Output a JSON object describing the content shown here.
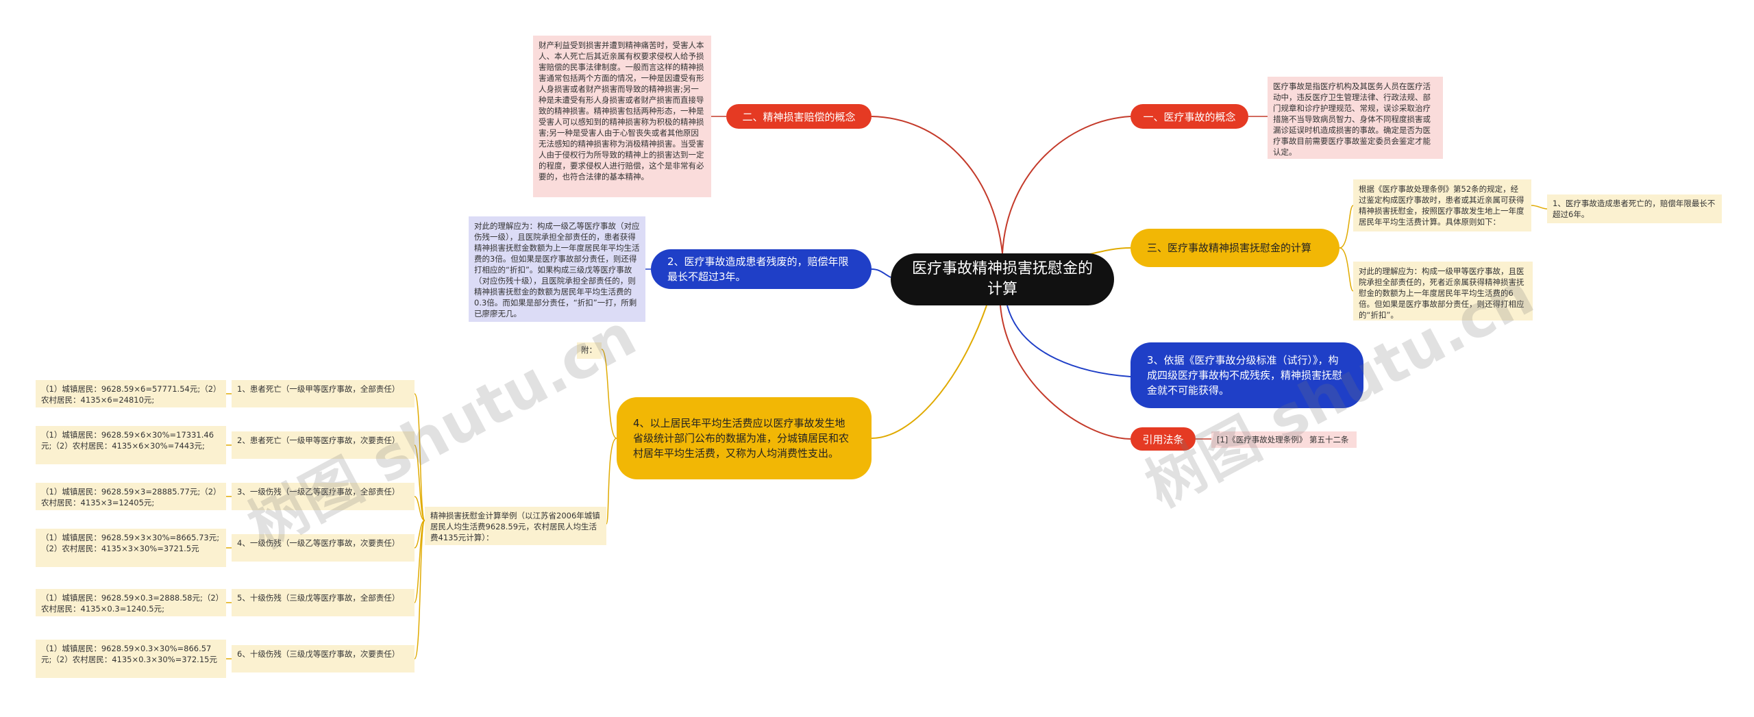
{
  "root": {
    "title": "医疗事故精神损害抚慰金的计算"
  },
  "branches": {
    "b1": {
      "label": "一、医疗事故的概念",
      "note": "医疗事故是指医疗机构及其医务人员在医疗活动中，违反医疗卫生管理法律、行政法规、部门规章和诊疗护理规范、常规，误诊采取治疗措施不当导致病员智力、身体不同程度损害或漏诊延误时机造成损害的事故。确定是否为医疗事故目前需要医疗事故鉴定委员会鉴定才能认定。"
    },
    "b2": {
      "label": "二、精神损害赔偿的概念",
      "note": "财产利益受到损害并遭到精神痛苦时，受害人本人、本人死亡后其近亲属有权要求侵权人给予损害赔偿的民事法律制度。一般而言这样的精神损害通常包括两个方面的情况，一种是因遭受有形人身损害或者财产损害而导致的精神损害;另一种是未遭受有形人身损害或者财产损害而直接导致的精神损害。精神损害包括两种形态，一种是受害人可以感知到的精神损害称为积极的精神损害;另一种是受害人由于心智丧失或者其他原因无法感知的精神损害称为消极精神损害。当受害人由于侵权行为所导致的精神上的损害达到一定的程度，要求侵权人进行赔偿，这个是非常有必要的，也符合法律的基本精神。"
    },
    "b3": {
      "label": "三、医疗事故精神损害抚慰金的计算",
      "note1": "根据《医疗事故处理条例》第52条的规定，经过鉴定构成医疗事故时，患者或其近亲属可获得精神损害抚慰金，按照医疗事故发生地上一年度居民年平均生活费计算。具体原则如下：",
      "leaf1": "1、医疗事故造成患者死亡的，赔偿年限最长不超过6年。",
      "note2": "对此的理解应为：构成一级甲等医疗事故，且医院承担全部责任的，死者近亲属获得精神损害抚慰金的数额为上一年度居民年平均生活费的6倍。但如果是医疗事故部分责任，则还得打相应的“折扣”。"
    },
    "b2b": {
      "label": "2、医疗事故造成患者残废的，赔偿年限最长不超过3年。",
      "note": "对此的理解应为：构成一级乙等医疗事故（对应伤残一级），且医院承担全部责任的，患者获得精神损害抚慰金数额为上一年度居民年平均生活费的3倍。但如果是医疗事故部分责任，则还得打相应的“折扣”。如果构成三级戊等医疗事故（对应伤残十级），且医院承担全部责任的，则精神损害抚慰金的数额为居民年平均生活费的0.3倍。而如果是部分责任，“折扣”一打，所剩已廖廖无几。"
    },
    "b3b": {
      "label": "3、依据《医疗事故分级标准（试行）》，构成四级医疗事故构不成残疾，精神损害抚慰金就不可能获得。"
    },
    "ref": {
      "label": "引用法条",
      "note": "[1]《医疗事故处理条例》 第五十二条"
    },
    "b4": {
      "label": "4、以上居民年平均生活费应以医疗事故发生地省级统计部门公布的数据为准，分城镇居民和农村居年平均生活费，又称为人均消费性支出。",
      "fu": "附：",
      "example": "精神损害抚慰金计算举例（以江苏省2006年城镇居民人均生活费9628.59元，农村居民人均生活费4135元计算）：",
      "items": [
        {
          "label": "1、患者死亡（一级甲等医疗事故，全部责任）",
          "calc": "（1）城镇居民：9628.59×6=57771.54元;（2）农村居民：4135×6=24810元;"
        },
        {
          "label": "2、患者死亡（一级甲等医疗事故，次要责任）",
          "calc": "（1）城镇居民：9628.59×6×30%=17331.46元;（2）农村居民：4135×6×30%=7443元;"
        },
        {
          "label": "3、一级伤残（一级乙等医疗事故，全部责任）",
          "calc": "（1）城镇居民：9628.59×3=28885.77元;（2）农村居民：4135×3=12405元;"
        },
        {
          "label": "4、一级伤残（一级乙等医疗事故，次要责任）",
          "calc": "（1）城镇居民：9628.59×3×30%=8665.73元;（2）农村居民：4135×3×30%=3721.5元"
        },
        {
          "label": "5、十级伤残（三级戊等医疗事故，全部责任）",
          "calc": "（1）城镇居民：9628.59×0.3=2888.58元;（2）农村居民：4135×0.3=1240.5元;"
        },
        {
          "label": "6、十级伤残（三级戊等医疗事故，次要责任）",
          "calc": "（1）城镇居民：9628.59×0.3×30%=866.57元;（2）农村居民：4135×0.3×30%=372.15元"
        }
      ]
    }
  },
  "watermarks": [
    "树图 shutu.cn",
    "树图 shutu.cn"
  ],
  "colors": {
    "red": "#e53a23",
    "blue": "#1f3fc7",
    "yellow": "#f2b705",
    "root": "#111111"
  }
}
